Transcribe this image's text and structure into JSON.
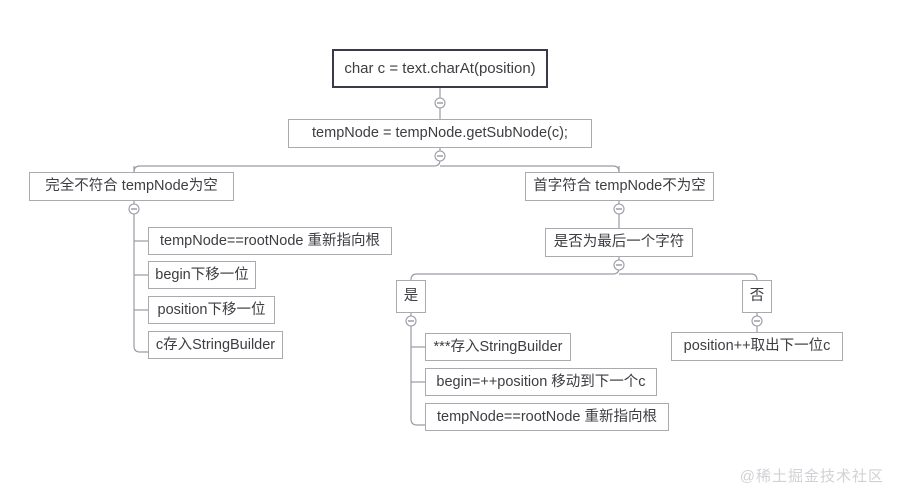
{
  "diagram": {
    "type": "mindmap-flowchart",
    "title_node": "char c = text.charAt(position)",
    "watermark": "@稀土掘金技术社区",
    "colors": {
      "background": "#ffffff",
      "root_border": "#3a3a4a",
      "node_border": "#a9a9b0",
      "connector": "#9a9aa4",
      "text": "#3d3d42",
      "watermark": "#d2d2d6"
    },
    "nodes": {
      "root": "char c = text.charAt(position)",
      "level1": "tempNode = tempNode.getSubNode(c);",
      "branch_left": "完全不符合 tempNode为空",
      "branch_right": "首字符合 tempNode不为空",
      "left_children": [
        "tempNode==rootNode 重新指向根",
        "begin下移一位",
        "position下移一位",
        "c存入StringBuilder"
      ],
      "right_question": "是否为最后一个字符",
      "right_yes": "是",
      "right_no": "否",
      "yes_children": [
        "***存入StringBuilder",
        "begin=++position 移动到下一个c",
        "tempNode==rootNode 重新指向根"
      ],
      "no_children": [
        "position++取出下一位c"
      ]
    },
    "toggles": {
      "symbol": "minus",
      "count": 6
    }
  }
}
